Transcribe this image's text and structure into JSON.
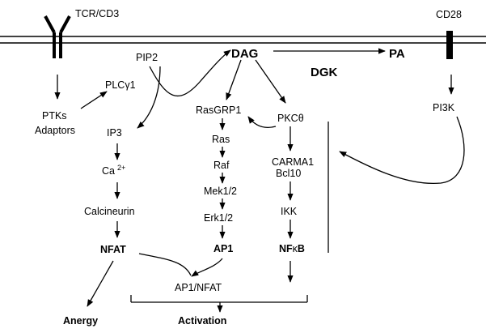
{
  "labels": {
    "tcr": "TCR/CD3",
    "cd28": "CD28",
    "pip2": "PIP2",
    "dag": "DAG",
    "pa": "PA",
    "dgk": "DGK",
    "ptks": "PTKs",
    "adaptors": "Adaptors",
    "plc_prefix": "PLC",
    "plc_greek": "γ",
    "plc_suffix": "1",
    "ip3": "IP3",
    "ca": "Ca",
    "ca_sup": "2+",
    "calcineurin": "Calcineurin",
    "nfat": "NFAT",
    "rasgrp1": "RasGRP1",
    "ras": "Ras",
    "raf": "Raf",
    "mek": "Mek1/2",
    "erk": "Erk1/2",
    "ap1": "AP1",
    "pkc_prefix": "PKC",
    "pkc_greek": "θ",
    "carma1": "CARMA1",
    "bcl10": "Bcl10",
    "ikk": "IKK",
    "nfkb_prefix": "NF",
    "nfkb_greek": "κ",
    "nfkb_suffix": "B",
    "pi3k": "PI3K",
    "ap1nfat": "AP1/NFAT",
    "anergy": "Anergy",
    "activation": "Activation"
  }
}
